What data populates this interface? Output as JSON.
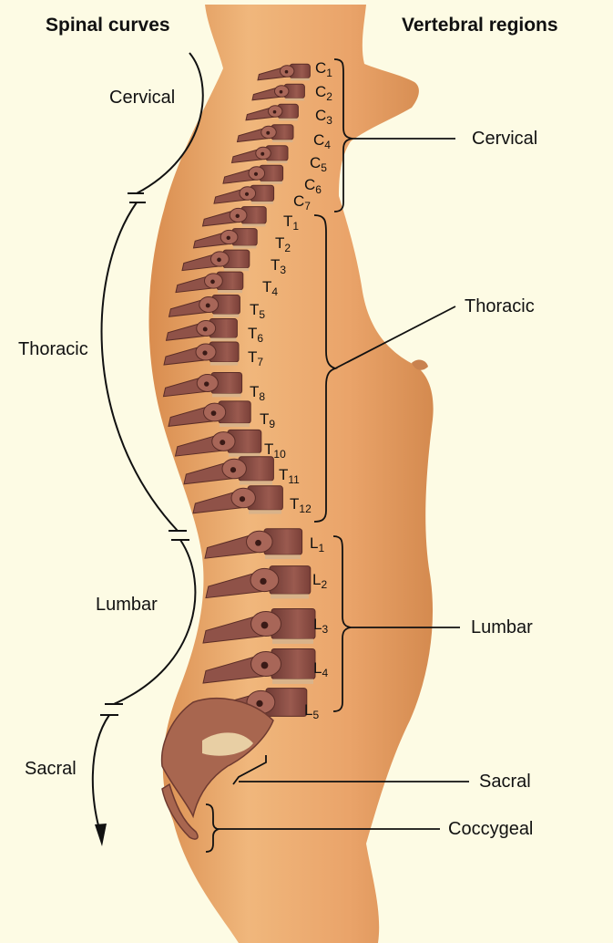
{
  "headers": {
    "left": "Spinal curves",
    "right": "Vertebral regions"
  },
  "curves": [
    "Cervical",
    "Thoracic",
    "Lumbar",
    "Sacral"
  ],
  "regions": [
    "Cervical",
    "Thoracic",
    "Lumbar",
    "Sacral",
    "Coccygeal"
  ],
  "vertebrae": {
    "cervical": [
      {
        "letter": "C",
        "num": "1"
      },
      {
        "letter": "C",
        "num": "2"
      },
      {
        "letter": "C",
        "num": "3"
      },
      {
        "letter": "C",
        "num": "4"
      },
      {
        "letter": "C",
        "num": "5"
      },
      {
        "letter": "C",
        "num": "6"
      },
      {
        "letter": "C",
        "num": "7"
      }
    ],
    "thoracic": [
      {
        "letter": "T",
        "num": "1"
      },
      {
        "letter": "T",
        "num": "2"
      },
      {
        "letter": "T",
        "num": "3"
      },
      {
        "letter": "T",
        "num": "4"
      },
      {
        "letter": "T",
        "num": "5"
      },
      {
        "letter": "T",
        "num": "6"
      },
      {
        "letter": "T",
        "num": "7"
      },
      {
        "letter": "T",
        "num": "8"
      },
      {
        "letter": "T",
        "num": "9"
      },
      {
        "letter": "T",
        "num": "10"
      },
      {
        "letter": "T",
        "num": "11"
      },
      {
        "letter": "T",
        "num": "12"
      }
    ],
    "lumbar": [
      {
        "letter": "L",
        "num": "1"
      },
      {
        "letter": "L",
        "num": "2"
      },
      {
        "letter": "L",
        "num": "3"
      },
      {
        "letter": "L",
        "num": "4"
      },
      {
        "letter": "L",
        "num": "5"
      }
    ]
  },
  "colors": {
    "background": "#fdfbe4",
    "skin": "#e9a868",
    "bone": "#8c4f45",
    "disc": "#d9b38a"
  }
}
